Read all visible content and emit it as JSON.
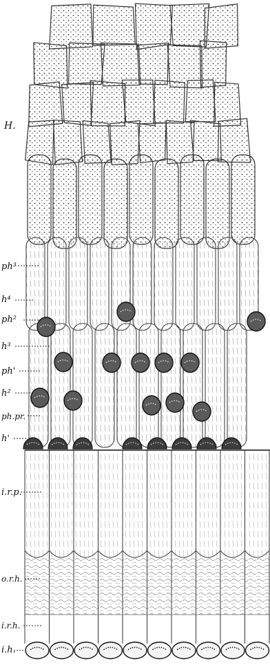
{
  "figure": {
    "description_labels": {
      "H": "H.",
      "ph3": "ph³",
      "h4": "h⁴",
      "ph2": "ph²",
      "h3": "h³",
      "ph1": "ph'",
      "h2": "h²",
      "phpr": "ph.pr.",
      "h1": "h'",
      "irp": "i.r.p.",
      "orh": "o.r.h.",
      "irh": "i.r.h.",
      "ih": "i.h."
    }
  }
}
